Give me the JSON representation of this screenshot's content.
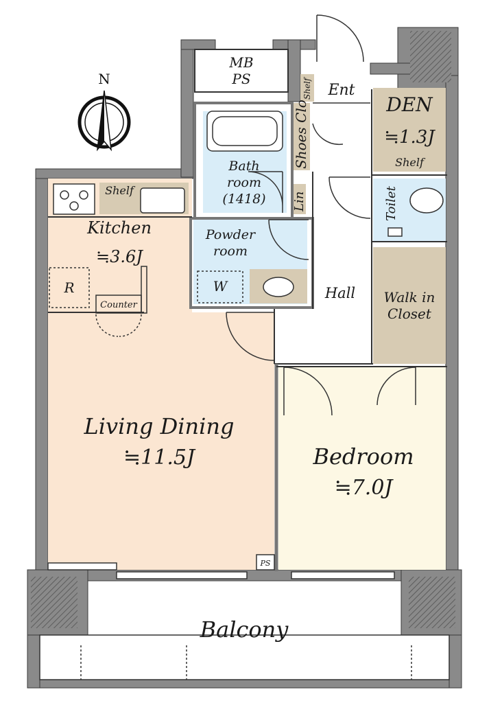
{
  "compass": {
    "north": "N"
  },
  "rooms": {
    "mbps": {
      "line1": "MB",
      "line2": "PS"
    },
    "shelf_small": "Shelf",
    "entrance": "Ent",
    "den": {
      "name": "DEN",
      "area": "≒1.3J",
      "shelf": "Shelf"
    },
    "shoes_closet": "Shoes Clo",
    "bath": {
      "line1": "Bath",
      "line2": "room",
      "line3": "(1418)"
    },
    "linen": "Lin",
    "toilet": "Toilet",
    "kitchen": {
      "name": "Kitchen",
      "area": "≒3.6J",
      "shelf": "Shelf",
      "fridge": "R",
      "counter": "Counter"
    },
    "powder": {
      "line1": "Powder",
      "line2": "room",
      "washer": "W"
    },
    "hall": "Hall",
    "walk_in_closet": {
      "line1": "Walk in",
      "line2": "Closet"
    },
    "living": {
      "name": "Living Dining",
      "area": "≒11.5J"
    },
    "bedroom": {
      "name": "Bedroom",
      "area": "≒7.0J"
    },
    "ps": "PS",
    "balcony": "Balcony"
  },
  "colors": {
    "wall": "#8a8a8a",
    "wall_edge": "#3a3a3a",
    "living_floor": "#fbe6d2",
    "bedroom_floor": "#fdf8e4",
    "wet_floor": "#d9edf8",
    "storage_floor": "#d7cbb3",
    "line": "#333333"
  }
}
